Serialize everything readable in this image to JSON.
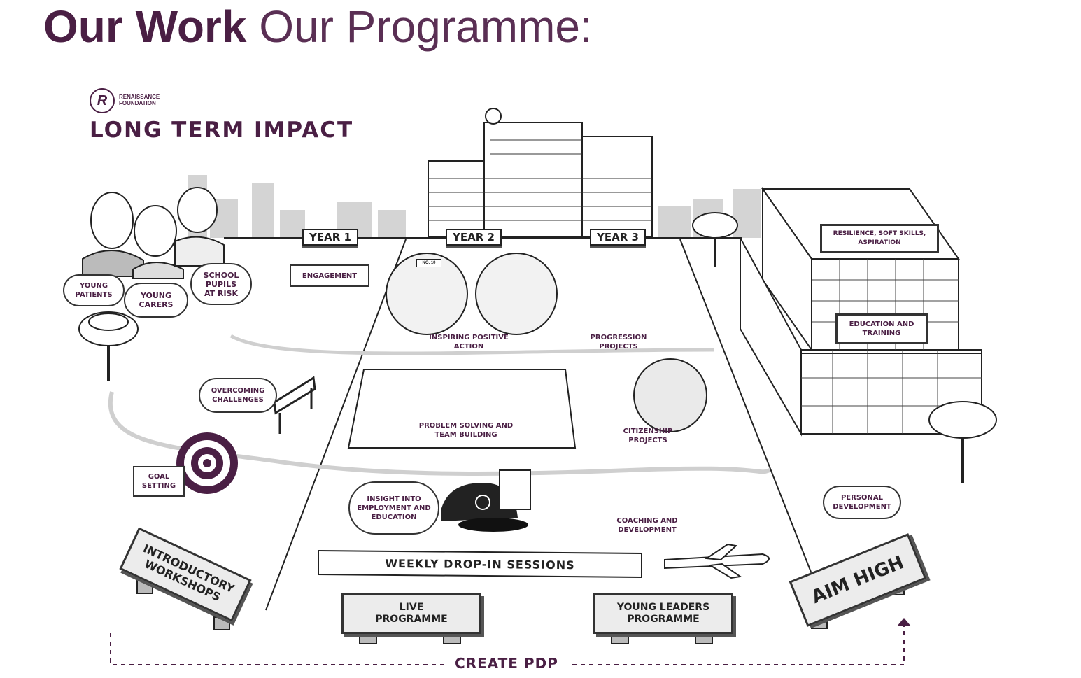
{
  "title": {
    "bold": "Our Work",
    "light": "Our Programme:"
  },
  "brand": {
    "logo_letter": "R",
    "line1": "RENAISSANCE",
    "line2": "FOUNDATION"
  },
  "heading": "LONG TERM IMPACT",
  "years": [
    "YEAR 1",
    "YEAR 2",
    "YEAR 3"
  ],
  "audience": [
    "YOUNG PATIENTS",
    "YOUNG CARERS",
    "SCHOOL PUPILS AT RISK"
  ],
  "year1": {
    "engagement": "ENGAGEMENT",
    "overcoming": "OVERCOMING CHALLENGES",
    "goal": "GOAL SETTING"
  },
  "year2": {
    "inspiring": "INSPIRING POSITIVE ACTION",
    "problem": "PROBLEM SOLVING AND TEAM BUILDING",
    "insight": "INSIGHT INTO EMPLOYMENT AND EDUCATION",
    "door_sign": "NO. 10"
  },
  "year3": {
    "progression": "PROGRESSION PROJECTS",
    "citizenship": "CITIZENSHIP PROJECTS",
    "coaching": "COACHING AND DEVELOPMENT"
  },
  "building": {
    "resilience": "RESILIENCE, SOFT SKILLS, ASPIRATION",
    "education": "EDUCATION AND TRAINING",
    "personal": "PERSONAL DEVELOPMENT"
  },
  "banner": "WEEKLY DROP-IN SESSIONS",
  "boards": {
    "intro": "INTRODUCTORY WORKSHOPS",
    "live": "LIVE PROGRAMME",
    "leaders": "YOUNG LEADERS PROGRAMME",
    "aim": "AIM HIGH"
  },
  "footer": "CREATE PDP",
  "colors": {
    "accent": "#4a1f44",
    "ink": "#222222",
    "grey": "#cfcfcf"
  }
}
